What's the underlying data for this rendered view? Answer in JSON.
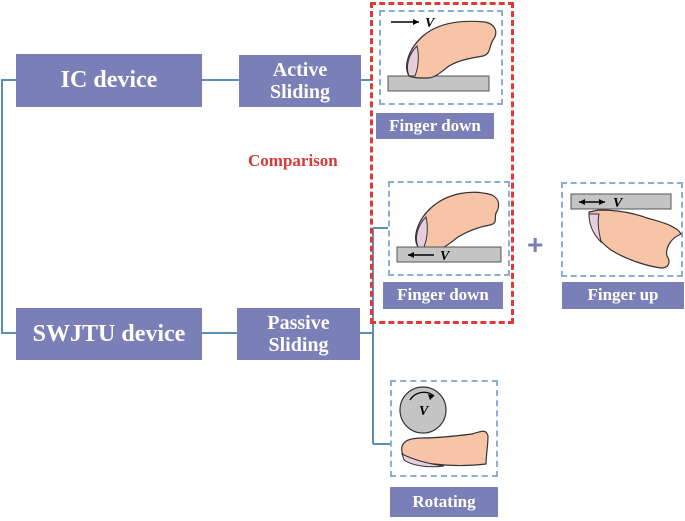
{
  "devices": {
    "ic": "IC device",
    "swjtu": "SWJTU device"
  },
  "modes": {
    "active": [
      "Active",
      "Sliding"
    ],
    "passive": [
      "Passive",
      "Sliding"
    ]
  },
  "labels": {
    "finger_down_active": "Finger down",
    "finger_down_passive": "Finger down",
    "finger_up": "Finger up",
    "rotating": "Rotating"
  },
  "comparison": "Comparison",
  "plus": "+",
  "velocity_symbol": "V",
  "colors": {
    "box": "#7a7fb8",
    "line": "#5b8fb8",
    "dash": "#8aaed4",
    "red": "#e03a35",
    "finger": "#f8c4a8",
    "nail": "#e6cde0",
    "plate": "#c4c4c4"
  }
}
